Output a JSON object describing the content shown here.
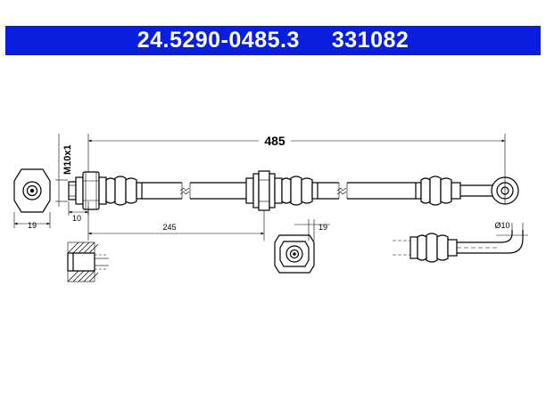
{
  "header": {
    "part_number": "24.5290-0485.3",
    "article_number": "331082",
    "background_color": "#0a1ee0",
    "text_color": "#ffffff"
  },
  "dimensions": {
    "overall_length": "485",
    "thread": "M10x1",
    "hex_width_left": "19",
    "fitting_length": "10",
    "bracket_position": "245",
    "bracket_width": "19",
    "banjo_diameter": "Ø10"
  }
}
